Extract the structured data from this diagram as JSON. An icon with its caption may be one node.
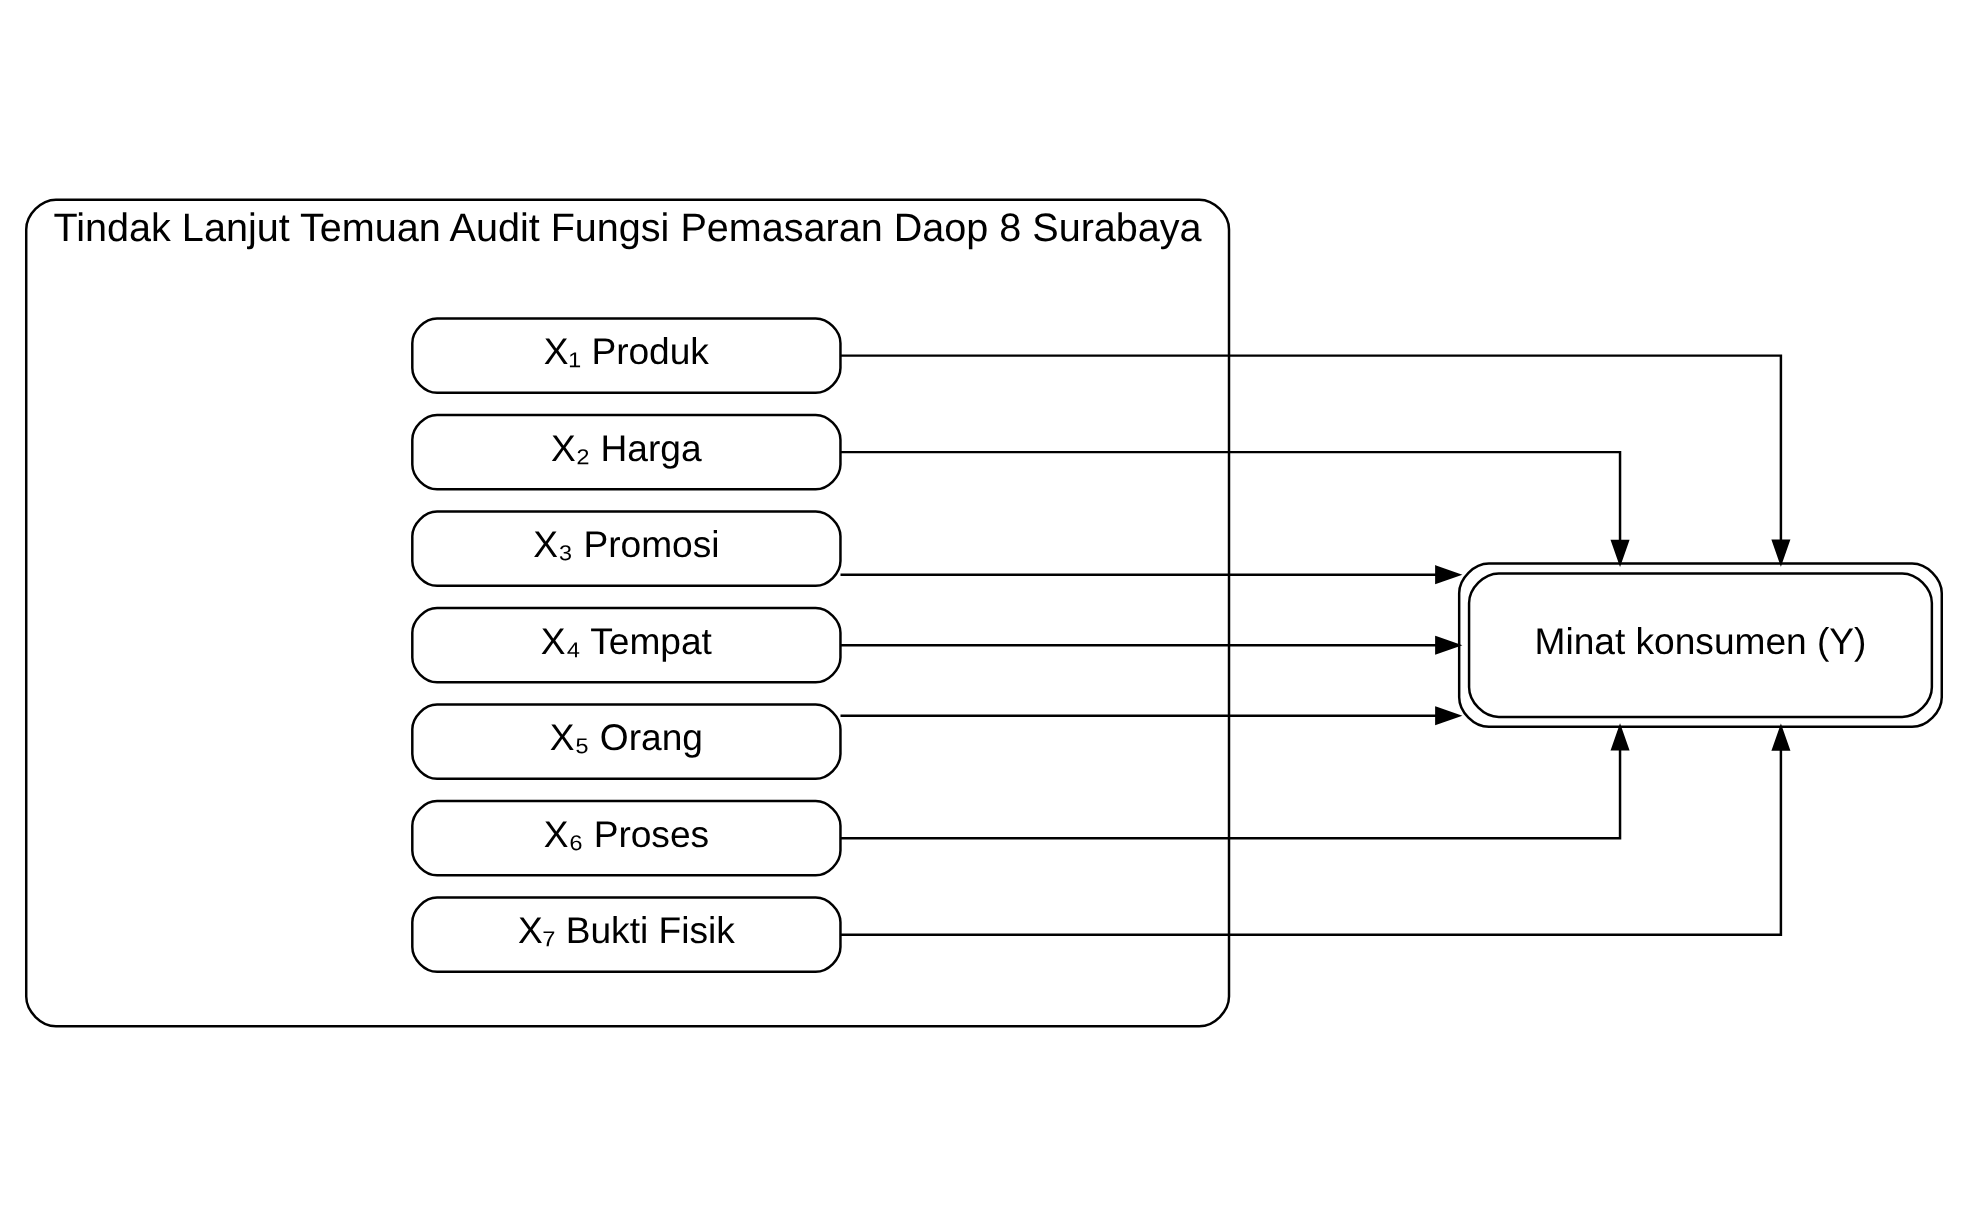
{
  "diagram": {
    "nodes": [
      {
        "text": [
          "Tindak Lanjut Temuan Audit Fungsi Pemasaran Daop 8 Surabaya"
        ]
      },
      {
        "text": [
          "X₁ Produk"
        ],
        "in": 0
      },
      {
        "text": [
          "X₂ Harga"
        ],
        "in": 0
      },
      {
        "text": [
          "X₃ Promosi"
        ],
        "in": 0
      },
      {
        "text": [
          "X₄ Tempat"
        ],
        "in": 0
      },
      {
        "text": [
          "X₅ Orang"
        ],
        "in": 0
      },
      {
        "text": [
          "X₆ Proses"
        ],
        "in": 0
      },
      {
        "text": [
          "X₇ Bukti Fisik"
        ],
        "in": 0
      },
      {
        "text": [
          "Minat konsumen (Y)"
        ]
      }
    ],
    "edges": [
      {
        "from": 1,
        "to": 8,
        "arrow": "to"
      },
      {
        "from": 2,
        "to": 8,
        "arrow": "to"
      },
      {
        "from": 3,
        "to": 8,
        "arrow": "to"
      },
      {
        "from": 4,
        "to": 8,
        "arrow": "to"
      },
      {
        "from": 5,
        "to": 8,
        "arrow": "to"
      },
      {
        "from": 6,
        "to": 8,
        "arrow": "to"
      },
      {
        "from": 7,
        "to": 8,
        "arrow": "to"
      }
    ]
  }
}
